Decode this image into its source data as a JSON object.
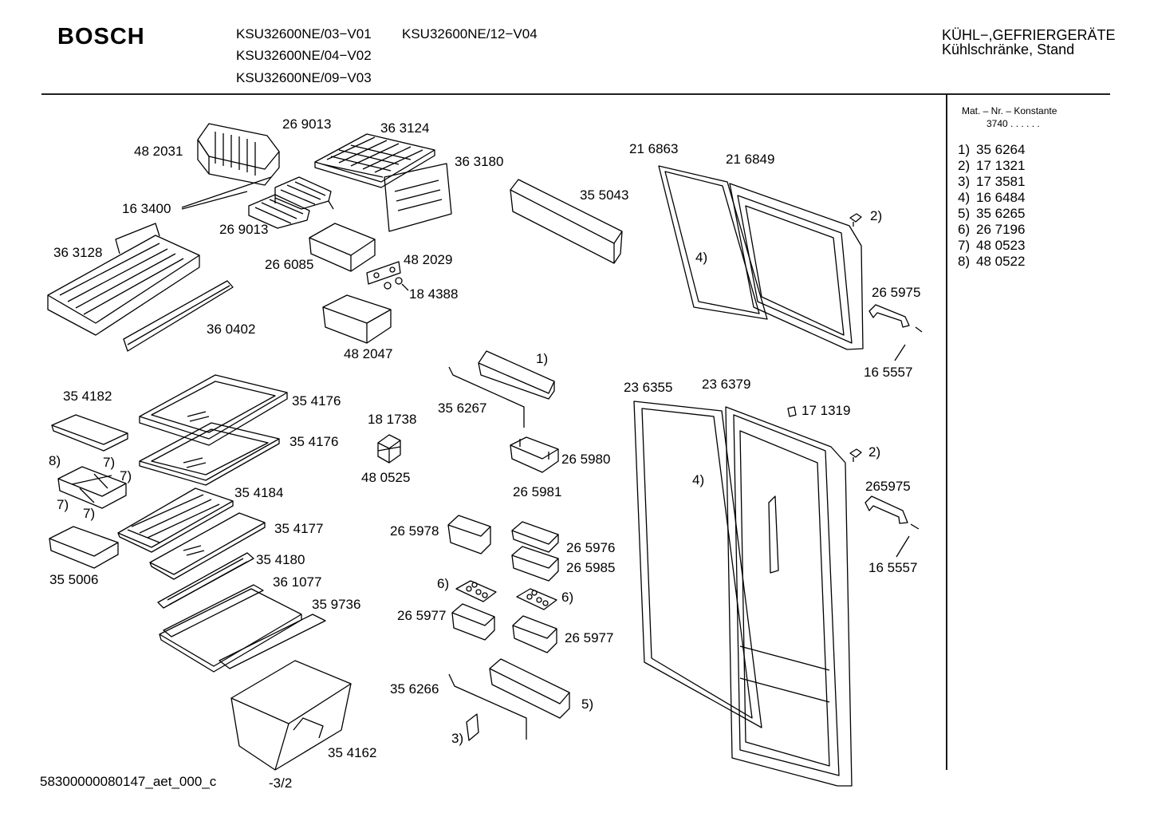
{
  "header": {
    "brand": "BOSCH",
    "models": [
      "KSU32600NE/03−V01",
      "KSU32600NE/12−V04",
      "KSU32600NE/04−V02",
      "KSU32600NE/09−V03"
    ],
    "category": "KÜHL−,GEFRIERGERÄTE",
    "subcategory": "Kühlschränke, Stand"
  },
  "sidebar": {
    "title": "Mat. – Nr. – Konstante",
    "constant": "3740  .  .    .  .  .  .",
    "keys": [
      {
        "n": "1)",
        "v": "35 6264"
      },
      {
        "n": "2)",
        "v": "17 1321"
      },
      {
        "n": "3)",
        "v": "17 3581"
      },
      {
        "n": "4)",
        "v": "16 6484"
      },
      {
        "n": "5)",
        "v": "35 6265"
      },
      {
        "n": "6)",
        "v": "26 7196"
      },
      {
        "n": "7)",
        "v": "48 0523"
      },
      {
        "n": "8)",
        "v": "48 0522"
      }
    ]
  },
  "parts": {
    "p482031": "48 2031",
    "p269013a": "26 9013",
    "p363124": "36 3124",
    "p363180": "36 3180",
    "p163400": "16 3400",
    "p269013b": "26 9013",
    "p355043": "35 5043",
    "p216863": "21 6863",
    "p216849": "21 6849",
    "p363128": "36 3128",
    "p266085": "26 6085",
    "p482029": "48 2029",
    "p184388": "18 4388",
    "p360402": "36 0402",
    "p482047": "48 2047",
    "ref2a": "2)",
    "ref4a": "4)",
    "p265975a": "26 5975",
    "p165557a": "16 5557",
    "ref1": "1)",
    "p354182": "35 4182",
    "p354176a": "35 4176",
    "p354176b": "35 4176",
    "p181738": "18 1738",
    "p356267": "35 6267",
    "p236355": "23 6355",
    "p236379": "23 6379",
    "p171319": "17 1319",
    "ref8": "8)",
    "ref7a": "7)",
    "ref7b": "7)",
    "ref7c": "7)",
    "ref7d": "7)",
    "p480525": "48 0525",
    "p265980": "26 5980",
    "ref2b": "2)",
    "ref4b": "4)",
    "p354184": "35 4184",
    "p265981": "26 5981",
    "p265975b": "265975",
    "p354177": "35 4177",
    "p265978": "26 5978",
    "p265976": "26 5976",
    "p355006": "35 5006",
    "p354180": "35 4180",
    "p265985": "26 5985",
    "p165557b": "16 5557",
    "p361077": "36 1077",
    "ref6a": "6)",
    "ref6b": "6)",
    "p359736": "35 9736",
    "p265977a": "26 5977",
    "p265977b": "26 5977",
    "p356266": "35 6266",
    "ref5": "5)",
    "ref3": "3)",
    "p354162": "35 4162"
  },
  "footer": {
    "doc_id": "58300000080147_aet_000_c",
    "page": "-3/2"
  }
}
